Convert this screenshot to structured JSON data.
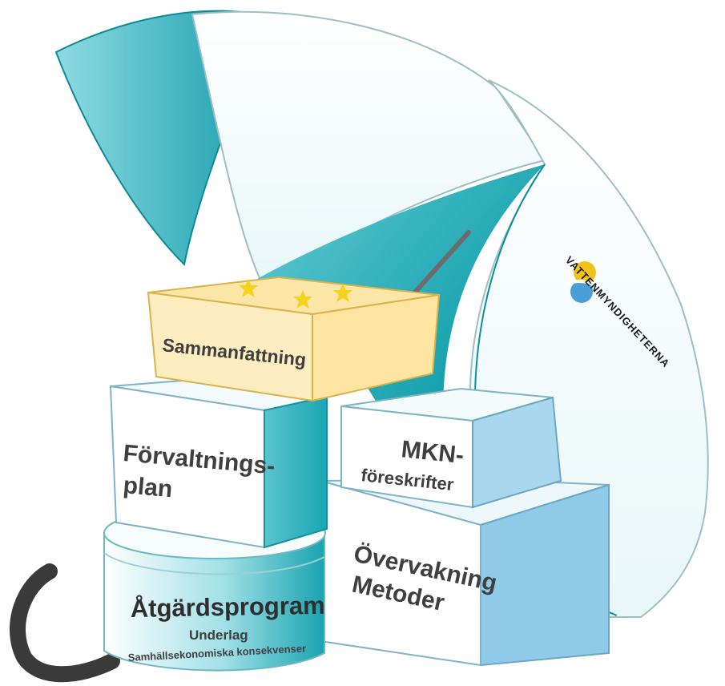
{
  "brand": {
    "text": "VATTENMYNDIGHETERNA",
    "icon": "vattenmyndigheterna-logo-icon"
  },
  "colors": {
    "teal_dark": "#0e9aa6",
    "teal_light": "#5fc9d3",
    "canopy_white": "#f7fcfd",
    "box_light_blue": "#a9d8ee",
    "box_front_blue": "#8fcbe8",
    "lid_yellow": "#fbe6a8",
    "front_yellow": "#fdedc0",
    "star_yellow": "#f5d21c",
    "handle_gray": "#3a3a3a"
  },
  "boxes": {
    "summary": {
      "label": "Sammanfattning"
    },
    "management_plan": {
      "line1": "Förvaltnings-",
      "line2": "plan"
    },
    "mkn": {
      "line1": "MKN-",
      "line2": "föreskrifter"
    },
    "monitoring": {
      "line1": "Övervakning",
      "line2": "Metoder"
    },
    "action_program": {
      "title": "Åtgärdsprogram",
      "sub1": "Underlag",
      "sub2": "Samhällsekonomiska konsekvenser"
    }
  }
}
